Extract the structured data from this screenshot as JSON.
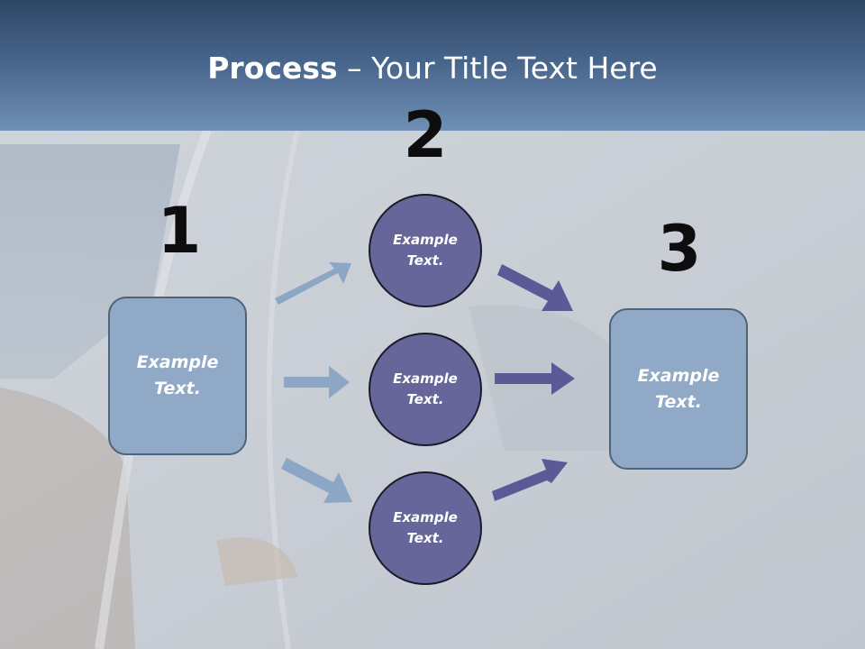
{
  "title": {
    "bold": "Process",
    "rest": " – Your Title Text Here"
  },
  "steps": {
    "one": "1",
    "two": "2",
    "three": "3"
  },
  "nodes": {
    "left": "Example Text.",
    "top": "Example Text.",
    "middle": "Example Text.",
    "bottom": "Example Text.",
    "right": "Example Text."
  },
  "colors": {
    "header": "#46638a",
    "box_fill": "#90a9c6",
    "circle_fill": "#66669a",
    "arrow_light": "#8ca6c6",
    "arrow_dark": "#5a5a96"
  }
}
